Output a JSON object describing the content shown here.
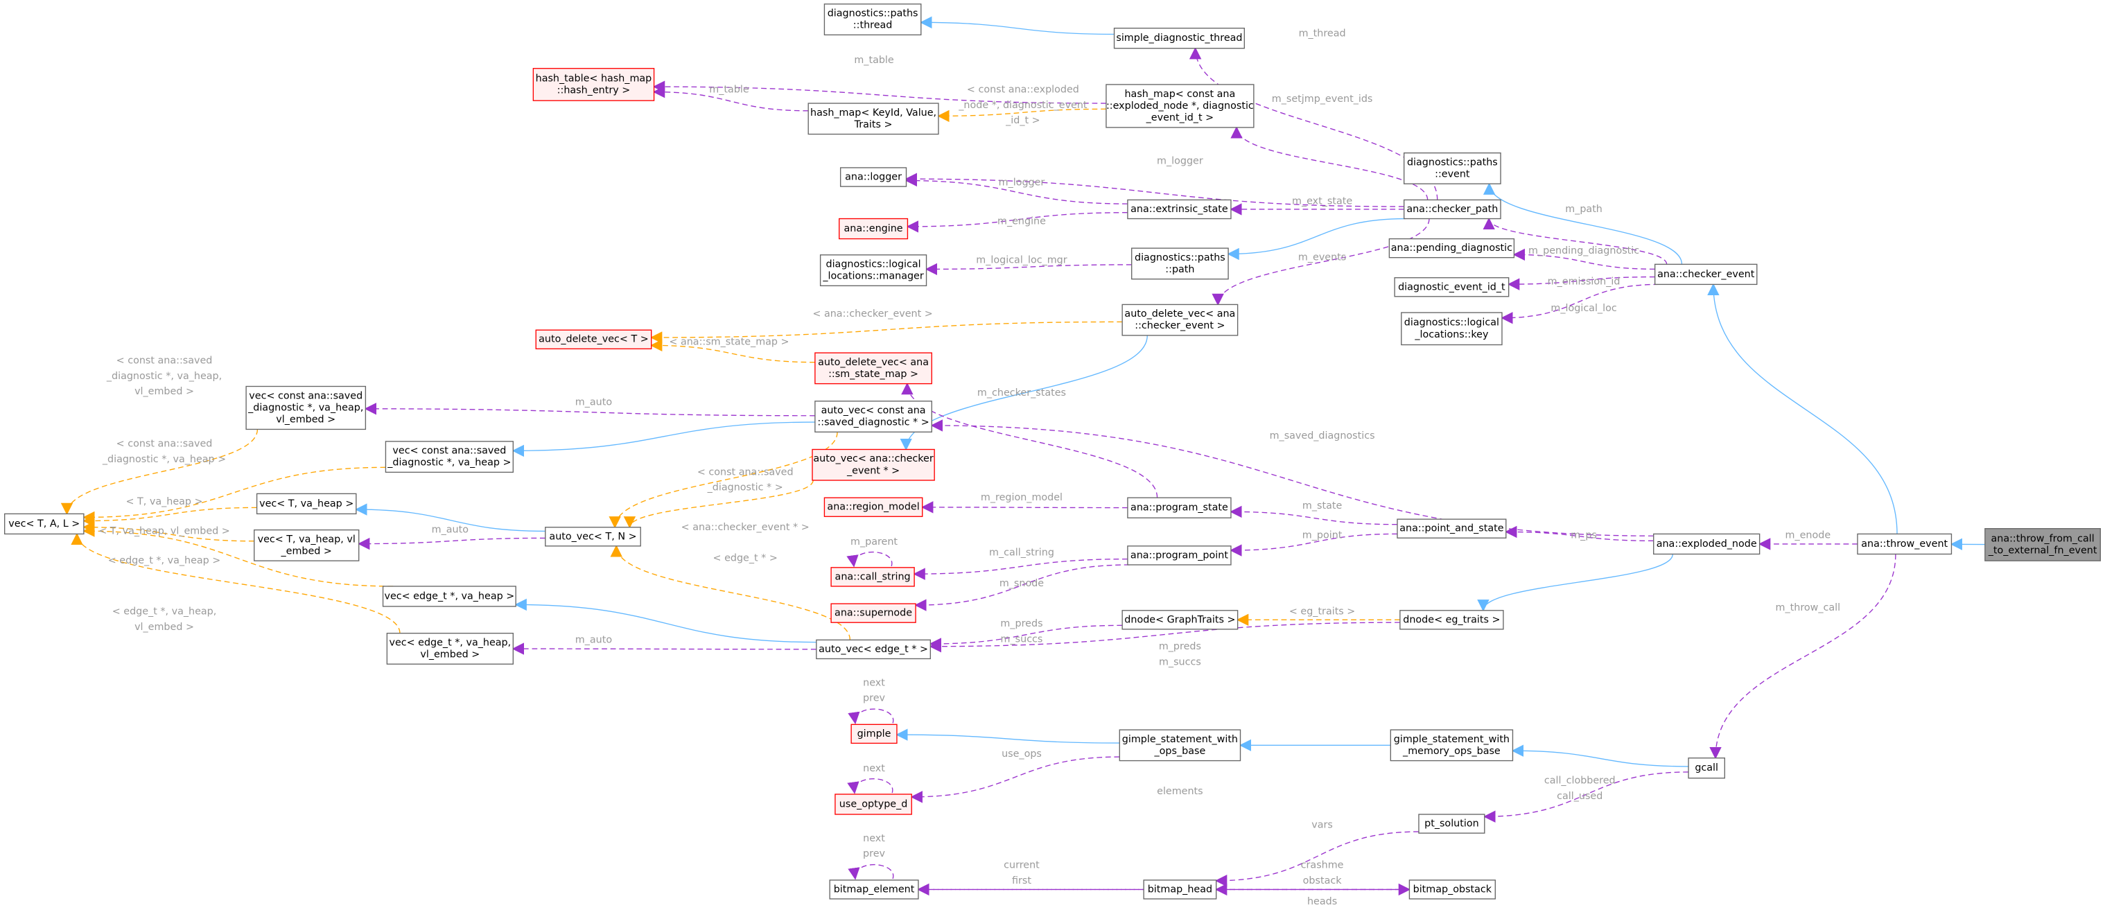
{
  "colors": {
    "inherit": "#63b8ff",
    "usage": "#9a32cd",
    "template": "#ffa500",
    "incomplete_border": "#ff0000",
    "incomplete_fill": "#fff0f0",
    "focus_fill": "#999999"
  },
  "nodes": [
    {
      "id": "paths_thread",
      "lines": [
        "diagnostics::paths",
        "::thread"
      ],
      "status": "normal"
    },
    {
      "id": "simple_diagnostic_thread",
      "lines": [
        "simple_diagnostic_thread"
      ],
      "status": "normal"
    },
    {
      "id": "hash_table",
      "lines": [
        "hash_table< hash_map",
        "::hash_entry >"
      ],
      "status": "incomplete"
    },
    {
      "id": "hash_map_keyid",
      "lines": [
        "hash_map< KeyId, Value,",
        "Traits >"
      ],
      "status": "normal"
    },
    {
      "id": "hash_map_exploded",
      "lines": [
        "hash_map< const ana",
        "::exploded_node *, diagnostic",
        "_event_id_t >"
      ],
      "status": "normal"
    },
    {
      "id": "logger",
      "lines": [
        "ana::logger"
      ],
      "status": "normal"
    },
    {
      "id": "engine",
      "lines": [
        "ana::engine"
      ],
      "status": "incomplete"
    },
    {
      "id": "extrinsic_state",
      "lines": [
        "ana::extrinsic_state"
      ],
      "status": "normal"
    },
    {
      "id": "ll_manager",
      "lines": [
        "diagnostics::logical",
        "_locations::manager"
      ],
      "status": "normal"
    },
    {
      "id": "paths_path",
      "lines": [
        "diagnostics::paths",
        "::path"
      ],
      "status": "normal"
    },
    {
      "id": "adv_checker_event",
      "lines": [
        "auto_delete_vec< ana",
        "::checker_event >"
      ],
      "status": "normal"
    },
    {
      "id": "adv_T",
      "lines": [
        "auto_delete_vec< T >"
      ],
      "status": "incomplete"
    },
    {
      "id": "adv_sm_state_map",
      "lines": [
        "auto_delete_vec< ana",
        "::sm_state_map >"
      ],
      "status": "incomplete"
    },
    {
      "id": "av_saved_diag",
      "lines": [
        "auto_vec< const ana",
        "::saved_diagnostic * >"
      ],
      "status": "normal"
    },
    {
      "id": "av_checker_event",
      "lines": [
        "auto_vec< ana::checker",
        "_event * >"
      ],
      "status": "incomplete"
    },
    {
      "id": "vec_saved_vl_embed",
      "lines": [
        "vec< const ana::saved",
        "_diagnostic *, va_heap,",
        "vl_embed >"
      ],
      "status": "normal"
    },
    {
      "id": "vec_saved_va_heap",
      "lines": [
        "vec< const ana::saved",
        "_diagnostic *, va_heap >"
      ],
      "status": "normal"
    },
    {
      "id": "vec_TAL",
      "lines": [
        "vec< T, A, L >"
      ],
      "status": "normal"
    },
    {
      "id": "vec_T_va_heap",
      "lines": [
        "vec< T, va_heap >"
      ],
      "status": "normal"
    },
    {
      "id": "vec_T_vl_embed",
      "lines": [
        "vec< T, va_heap, vl",
        "_embed >"
      ],
      "status": "normal"
    },
    {
      "id": "av_T_N",
      "lines": [
        "auto_vec< T, N >"
      ],
      "status": "normal"
    },
    {
      "id": "vec_edge_va_heap",
      "lines": [
        "vec< edge_t *, va_heap >"
      ],
      "status": "normal"
    },
    {
      "id": "vec_edge_vl_embed",
      "lines": [
        "vec< edge_t *, va_heap,",
        "vl_embed >"
      ],
      "status": "normal"
    },
    {
      "id": "paths_event",
      "lines": [
        "diagnostics::paths",
        "::event"
      ],
      "status": "normal"
    },
    {
      "id": "checker_path",
      "lines": [
        "ana::checker_path"
      ],
      "status": "normal"
    },
    {
      "id": "pending_diagnostic",
      "lines": [
        "ana::pending_diagnostic"
      ],
      "status": "normal"
    },
    {
      "id": "diagnostic_event_id_t",
      "lines": [
        "diagnostic_event_id_t"
      ],
      "status": "normal"
    },
    {
      "id": "ll_key",
      "lines": [
        "diagnostics::logical",
        "_locations::key"
      ],
      "status": "normal"
    },
    {
      "id": "checker_event",
      "lines": [
        "ana::checker_event"
      ],
      "status": "normal"
    },
    {
      "id": "region_model",
      "lines": [
        "ana::region_model"
      ],
      "status": "incomplete"
    },
    {
      "id": "program_state",
      "lines": [
        "ana::program_state"
      ],
      "status": "normal"
    },
    {
      "id": "point_and_state",
      "lines": [
        "ana::point_and_state"
      ],
      "status": "normal"
    },
    {
      "id": "exploded_node",
      "lines": [
        "ana::exploded_node"
      ],
      "status": "normal"
    },
    {
      "id": "throw_event",
      "lines": [
        "ana::throw_event"
      ],
      "status": "normal"
    },
    {
      "id": "throw_from_call",
      "lines": [
        "ana::throw_from_call",
        "_to_external_fn_event"
      ],
      "status": "focus"
    },
    {
      "id": "call_string",
      "lines": [
        "ana::call_string"
      ],
      "status": "incomplete"
    },
    {
      "id": "program_point",
      "lines": [
        "ana::program_point"
      ],
      "status": "normal"
    },
    {
      "id": "supernode",
      "lines": [
        "ana::supernode"
      ],
      "status": "incomplete"
    },
    {
      "id": "dnode_graph",
      "lines": [
        "dnode< GraphTraits >"
      ],
      "status": "normal"
    },
    {
      "id": "dnode_eg",
      "lines": [
        "dnode< eg_traits >"
      ],
      "status": "normal"
    },
    {
      "id": "av_edge",
      "lines": [
        "auto_vec< edge_t * >"
      ],
      "status": "normal"
    },
    {
      "id": "gimple",
      "lines": [
        "gimple"
      ],
      "status": "incomplete"
    },
    {
      "id": "gs_ops_base",
      "lines": [
        "gimple_statement_with",
        "_ops_base"
      ],
      "status": "normal"
    },
    {
      "id": "gs_mem_ops_base",
      "lines": [
        "gimple_statement_with",
        "_memory_ops_base"
      ],
      "status": "normal"
    },
    {
      "id": "gcall",
      "lines": [
        "gcall"
      ],
      "status": "normal"
    },
    {
      "id": "use_optype_d",
      "lines": [
        "use_optype_d"
      ],
      "status": "incomplete"
    },
    {
      "id": "pt_solution",
      "lines": [
        "pt_solution"
      ],
      "status": "normal"
    },
    {
      "id": "bitmap_element",
      "lines": [
        "bitmap_element"
      ],
      "status": "normal"
    },
    {
      "id": "bitmap_head",
      "lines": [
        "bitmap_head"
      ],
      "status": "normal"
    },
    {
      "id": "bitmap_obstack",
      "lines": [
        "bitmap_obstack"
      ],
      "status": "normal"
    }
  ],
  "edges": [
    {
      "from": "simple_diagnostic_thread",
      "to": "paths_thread",
      "kind": "inherit",
      "label": []
    },
    {
      "from": "checker_path",
      "to": "paths_path",
      "kind": "inherit",
      "label": []
    },
    {
      "from": "checker_event",
      "to": "paths_event",
      "kind": "inherit",
      "label": []
    },
    {
      "from": "throw_event",
      "to": "checker_event",
      "kind": "inherit",
      "label": []
    },
    {
      "from": "throw_from_call",
      "to": "throw_event",
      "kind": "inherit",
      "label": []
    },
    {
      "from": "adv_checker_event",
      "to": "av_checker_event",
      "kind": "inherit",
      "label": []
    },
    {
      "from": "av_saved_diag",
      "to": "vec_saved_va_heap",
      "kind": "inherit",
      "label": []
    },
    {
      "from": "av_T_N",
      "to": "vec_T_va_heap",
      "kind": "inherit",
      "label": []
    },
    {
      "from": "av_edge",
      "to": "vec_edge_va_heap",
      "kind": "inherit",
      "label": []
    },
    {
      "from": "exploded_node",
      "to": "dnode_eg",
      "kind": "inherit",
      "label": []
    },
    {
      "from": "gs_ops_base",
      "to": "gimple",
      "kind": "inherit",
      "label": []
    },
    {
      "from": "gs_mem_ops_base",
      "to": "gs_ops_base",
      "kind": "inherit",
      "label": []
    },
    {
      "from": "gcall",
      "to": "gs_mem_ops_base",
      "kind": "inherit",
      "label": []
    },
    {
      "from": "checker_path",
      "to": "simple_diagnostic_thread",
      "kind": "usage",
      "label": [
        "m_thread"
      ]
    },
    {
      "from": "hash_map_exploded",
      "to": "hash_table",
      "kind": "usage",
      "label": [
        "m_table"
      ]
    },
    {
      "from": "hash_map_keyid",
      "to": "hash_table",
      "kind": "usage",
      "label": [
        "m_table"
      ]
    },
    {
      "from": "checker_path",
      "to": "hash_map_exploded",
      "kind": "usage",
      "label": [
        "m_setjmp_event_ids"
      ]
    },
    {
      "from": "checker_path",
      "to": "logger",
      "kind": "usage",
      "label": [
        "m_logger"
      ]
    },
    {
      "from": "extrinsic_state",
      "to": "logger",
      "kind": "usage",
      "label": [
        "m_logger"
      ]
    },
    {
      "from": "checker_path",
      "to": "extrinsic_state",
      "kind": "usage",
      "label": [
        "m_ext_state"
      ]
    },
    {
      "from": "extrinsic_state",
      "to": "engine",
      "kind": "usage",
      "label": [
        "m_engine"
      ]
    },
    {
      "from": "paths_path",
      "to": "ll_manager",
      "kind": "usage",
      "label": [
        "m_logical_loc_mgr"
      ]
    },
    {
      "from": "checker_path",
      "to": "adv_checker_event",
      "kind": "usage",
      "label": [
        "m_events"
      ]
    },
    {
      "from": "checker_event",
      "to": "checker_path",
      "kind": "usage",
      "label": [
        "m_path"
      ]
    },
    {
      "from": "checker_event",
      "to": "pending_diagnostic",
      "kind": "usage",
      "label": [
        "m_pending_diagnostic"
      ]
    },
    {
      "from": "checker_event",
      "to": "diagnostic_event_id_t",
      "kind": "usage",
      "label": [
        "m_emission_id"
      ]
    },
    {
      "from": "checker_event",
      "to": "ll_key",
      "kind": "usage",
      "label": [
        "m_logical_loc"
      ]
    },
    {
      "from": "av_saved_diag",
      "to": "vec_saved_vl_embed",
      "kind": "usage",
      "label": [
        "m_auto"
      ]
    },
    {
      "from": "program_state",
      "to": "adv_sm_state_map",
      "kind": "usage",
      "label": [
        "m_checker_states"
      ]
    },
    {
      "from": "exploded_node",
      "to": "av_saved_diag",
      "kind": "usage",
      "label": [
        "m_saved_diagnostics"
      ]
    },
    {
      "from": "av_T_N",
      "to": "vec_T_vl_embed",
      "kind": "usage",
      "label": [
        "m_auto"
      ]
    },
    {
      "from": "program_state",
      "to": "region_model",
      "kind": "usage",
      "label": [
        "m_region_model"
      ]
    },
    {
      "from": "point_and_state",
      "to": "program_state",
      "kind": "usage",
      "label": [
        "m_state"
      ]
    },
    {
      "from": "point_and_state",
      "to": "program_point",
      "kind": "usage",
      "label": [
        "m_point"
      ]
    },
    {
      "from": "exploded_node",
      "to": "point_and_state",
      "kind": "usage",
      "label": [
        "m_ps"
      ]
    },
    {
      "from": "throw_event",
      "to": "exploded_node",
      "kind": "usage",
      "label": [
        "m_enode"
      ]
    },
    {
      "from": "call_string",
      "to": "call_string",
      "kind": "usage",
      "label": [
        "m_parent"
      ]
    },
    {
      "from": "program_point",
      "to": "call_string",
      "kind": "usage",
      "label": [
        "m_call_string"
      ]
    },
    {
      "from": "program_point",
      "to": "supernode",
      "kind": "usage",
      "label": [
        "m_snode"
      ]
    },
    {
      "from": "dnode_graph",
      "to": "av_edge",
      "kind": "usage",
      "label": [
        "m_preds",
        "m_succs"
      ]
    },
    {
      "from": "dnode_eg",
      "to": "av_edge",
      "kind": "usage",
      "label": [
        "m_preds",
        "m_succs"
      ]
    },
    {
      "from": "av_edge",
      "to": "vec_edge_vl_embed",
      "kind": "usage",
      "label": [
        "m_auto"
      ]
    },
    {
      "from": "throw_event",
      "to": "gcall",
      "kind": "usage",
      "label": [
        "m_throw_call"
      ]
    },
    {
      "from": "gimple",
      "to": "gimple",
      "kind": "usage",
      "label": [
        "next",
        "prev"
      ]
    },
    {
      "from": "use_optype_d",
      "to": "use_optype_d",
      "kind": "usage",
      "label": [
        "next"
      ]
    },
    {
      "from": "gs_ops_base",
      "to": "use_optype_d",
      "kind": "usage",
      "label": [
        "use_ops"
      ]
    },
    {
      "from": "gcall",
      "to": "pt_solution",
      "kind": "usage",
      "label": [
        "call_clobbered",
        "call_used"
      ]
    },
    {
      "from": "bitmap_element",
      "to": "bitmap_element",
      "kind": "usage",
      "label": [
        "next",
        "prev"
      ]
    },
    {
      "from": "bitmap_obstack",
      "to": "bitmap_element",
      "kind": "usage",
      "label": [
        "elements"
      ]
    },
    {
      "from": "pt_solution",
      "to": "bitmap_head",
      "kind": "usage",
      "label": [
        "vars"
      ]
    },
    {
      "from": "bitmap_head",
      "to": "bitmap_element",
      "kind": "usage",
      "label": [
        "current",
        "first"
      ]
    },
    {
      "from": "bitmap_head",
      "to": "bitmap_obstack",
      "kind": "usage",
      "label": [
        "crashme",
        "obstack"
      ]
    },
    {
      "from": "bitmap_obstack",
      "to": "bitmap_head",
      "kind": "usage",
      "label": [
        "heads"
      ]
    },
    {
      "from": "hash_map_exploded",
      "to": "hash_map_keyid",
      "kind": "template",
      "label": [
        "< const ana::exploded",
        "_node *, diagnostic_event",
        "_id_t >"
      ]
    },
    {
      "from": "adv_checker_event",
      "to": "adv_T",
      "kind": "template",
      "label": [
        "< ana::checker_event >"
      ]
    },
    {
      "from": "adv_sm_state_map",
      "to": "adv_T",
      "kind": "template",
      "label": [
        "< ana::sm_state_map >"
      ]
    },
    {
      "from": "vec_saved_vl_embed",
      "to": "vec_TAL",
      "kind": "template",
      "label": [
        "< const ana::saved",
        "_diagnostic *, va_heap,",
        "vl_embed >"
      ]
    },
    {
      "from": "vec_saved_va_heap",
      "to": "vec_TAL",
      "kind": "template",
      "label": [
        "< const ana::saved",
        "_diagnostic *, va_heap >"
      ]
    },
    {
      "from": "vec_T_va_heap",
      "to": "vec_TAL",
      "kind": "template",
      "label": [
        "< T, va_heap >"
      ]
    },
    {
      "from": "vec_T_vl_embed",
      "to": "vec_TAL",
      "kind": "template",
      "label": [
        "< T, va_heap, vl_embed >"
      ]
    },
    {
      "from": "vec_edge_va_heap",
      "to": "vec_TAL",
      "kind": "template",
      "label": [
        "< edge_t *, va_heap >"
      ]
    },
    {
      "from": "vec_edge_vl_embed",
      "to": "vec_TAL",
      "kind": "template",
      "label": [
        "< edge_t *, va_heap,",
        "vl_embed >"
      ]
    },
    {
      "from": "av_saved_diag",
      "to": "av_T_N",
      "kind": "template",
      "label": [
        "< const ana::saved",
        "_diagnostic * >"
      ]
    },
    {
      "from": "av_checker_event",
      "to": "av_T_N",
      "kind": "template",
      "label": [
        "< ana::checker_event * >"
      ]
    },
    {
      "from": "av_edge",
      "to": "av_T_N",
      "kind": "template",
      "label": [
        "< edge_t * >"
      ]
    },
    {
      "from": "dnode_eg",
      "to": "dnode_graph",
      "kind": "template",
      "label": [
        "< eg_traits >"
      ]
    }
  ]
}
